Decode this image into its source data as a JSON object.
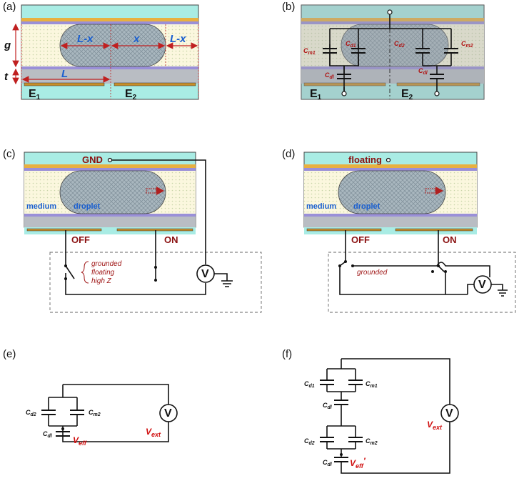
{
  "panels": {
    "a": {
      "label": "(a)",
      "electrodes": [
        "E",
        "E"
      ],
      "electrode_subs": [
        "1",
        "2"
      ],
      "dims": {
        "g": "g",
        "t": "t",
        "L": "L",
        "Lx_left": "L-x",
        "x": "x",
        "Lx_right": "L-x"
      }
    },
    "b": {
      "label": "(b)",
      "electrodes": [
        "E",
        "E"
      ],
      "electrode_subs": [
        "1",
        "2"
      ],
      "caps": {
        "cm1": "C",
        "cm1_sub": "m1",
        "cd1": "C",
        "cd1_sub": "d1",
        "cd2": "C",
        "cd2_sub": "d2",
        "cm2": "C",
        "cm2_sub": "m2",
        "cdl_left": "C",
        "cdl_right": "C",
        "cdl_sub": "dl"
      }
    },
    "c": {
      "label": "(c)",
      "top": "GND",
      "medium": "medium",
      "droplet": "droplet",
      "off": "OFF",
      "on": "ON",
      "brace_items": [
        "grounded",
        "floating",
        "high Z"
      ],
      "meter": "V"
    },
    "d": {
      "label": "(d)",
      "top": "floating",
      "medium": "medium",
      "droplet": "droplet",
      "off": "OFF",
      "on": "ON",
      "note": "grounded",
      "meter": "V"
    },
    "e": {
      "label": "(e)",
      "cap": "C",
      "cd2_sub": "d2",
      "cm2_sub": "m2",
      "cdl_sub": "dl",
      "veff": "V",
      "veff_sub": "eff",
      "vext": "V",
      "vext_sub": "ext",
      "meter": "V"
    },
    "f": {
      "label": "(f)",
      "cap": "C",
      "cd1_sub": "d1",
      "cm1_sub": "m1",
      "cdl_sub": "dl",
      "cd2_sub": "d2",
      "cm2_sub": "m2",
      "veff": "V",
      "veff_sub": "eff",
      "veff_prime": "′",
      "vext": "V",
      "vext_sub": "ext",
      "meter": "V"
    }
  },
  "colors": {
    "cyan": "#a9ece4",
    "gray": "#b9bdc3",
    "gold": "#e8b040",
    "violet": "#9a90d8",
    "medium": "#fbf7de",
    "droplet": "#a7b5bd",
    "arrow": "#b02020"
  }
}
